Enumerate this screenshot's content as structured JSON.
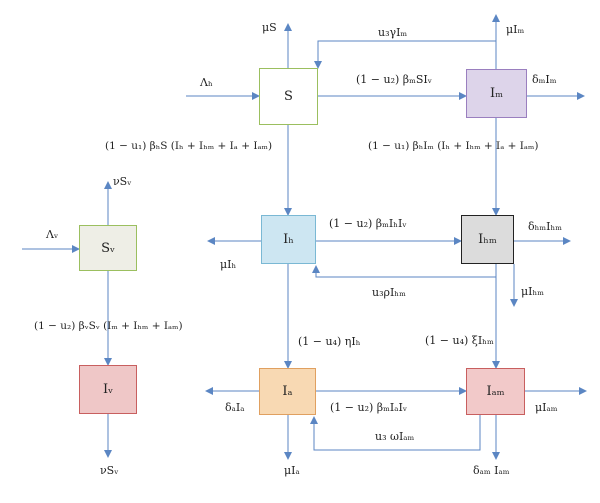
{
  "colors": {
    "arrow": "#5b86c3",
    "S": {
      "fill": "#ffffff",
      "border": "#9bbf5f"
    },
    "Sv": {
      "fill": "#eeeee6",
      "border": "#9bbf5f"
    },
    "Im": {
      "fill": "#ddd4ea",
      "border": "#9a7fbf"
    },
    "Ih": {
      "fill": "#cde6f2",
      "border": "#7ab8d4"
    },
    "Ihm": {
      "fill": "#dcdcdc",
      "border": "#222222"
    },
    "Iv": {
      "fill": "#efc7c7",
      "border": "#c85f5f"
    },
    "Ia": {
      "fill": "#f8d9b3",
      "border": "#e0a060"
    },
    "Iam": {
      "fill": "#f2c9c9",
      "border": "#c85f5f"
    }
  },
  "nodes": {
    "S": "S",
    "Im": "Iₘ",
    "Ih": "Iₕ",
    "Ihm": "Iₕₘ",
    "Sv": "Sᵥ",
    "Iv": "Iᵥ",
    "Ia": "Iₐ",
    "Iam": "Iₐₘ"
  },
  "labels": {
    "muS": "μS",
    "u3gammaIm": "u₃γIₘ",
    "muIm": "μIₘ",
    "lambdaH": "Λₕ",
    "infS_Im": "(1 − u₂) βₘSIᵥ",
    "deltaIm": "δₘIₘ",
    "infS_Ih": "(1 − u₁) βₕS (Iₕ + Iₕₘ + Iₐ + Iₐₘ)",
    "infIm_Ihm": "(1 − u₁) βₕIₘ (Iₕ + Iₕₘ + Iₐ + Iₐₘ)",
    "nuSv_top": "νSᵥ",
    "lambdaV": "Λᵥ",
    "infIh_Ihm": "(1 − u₂) βₘIₕIᵥ",
    "deltaIhm": "δₕₘIₕₘ",
    "muIh": "μIₕ",
    "u3rhoIhm": "u₃ρIₕₘ",
    "muIhm": "μIₕₘ",
    "infSv_Iv": "(1 − u₂) βᵥSᵥ (Iₘ + Iₕₘ + Iₐₘ)",
    "etaIh": "(1 − u₄) ηIₕ",
    "xiIhm": "(1 − u₄) ξIₕₘ",
    "deltaIa": "δₐIₐ",
    "infIa_Iam": "(1 − u₂) βₘIₐIᵥ",
    "muIam": "μIₐₘ",
    "u3omegaIam": "u₃ ωIₐₘ",
    "nuSv_bottom": "νSᵥ",
    "muIa": "μIₐ",
    "deltaIam": "δₐₘ Iₐₘ"
  }
}
